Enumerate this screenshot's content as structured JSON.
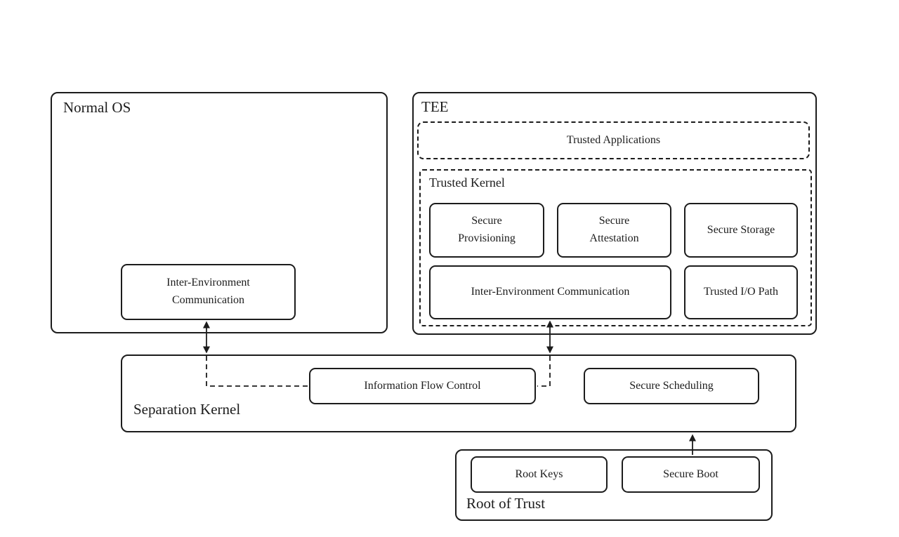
{
  "normal_os": {
    "title": "Normal OS",
    "iec": "Inter-Environment Communication"
  },
  "tee": {
    "title": "TEE",
    "trusted_applications": "Trusted Applications",
    "trusted_kernel": {
      "title": "Trusted Kernel",
      "secure_provisioning": "Secure Provisioning",
      "secure_attestation": "Secure Attestation",
      "secure_storage": "Secure Storage",
      "iec": "Inter-Environment Communication",
      "trusted_io_path": "Trusted I/O Path"
    }
  },
  "separation_kernel": {
    "title": "Separation Kernel",
    "information_flow_control": "Information Flow Control",
    "secure_scheduling": "Secure Scheduling"
  },
  "root_of_trust": {
    "title": "Root of Trust",
    "root_keys": "Root Keys",
    "secure_boot": "Secure Boot"
  },
  "connectors": [
    {
      "from": "normal_os.iec",
      "to": "separation_kernel",
      "style": "solid",
      "direction": "bidirectional"
    },
    {
      "from": "separation_kernel",
      "to": "separation_kernel.information_flow_control",
      "style": "dashed",
      "direction": "none",
      "via": "left-arrow-drop"
    },
    {
      "from": "tee.trusted_kernel.iec",
      "to": "separation_kernel",
      "style": "solid",
      "direction": "bidirectional"
    },
    {
      "from": "separation_kernel",
      "to": "separation_kernel.information_flow_control",
      "style": "dashed",
      "direction": "none",
      "via": "right-arrow-drop"
    },
    {
      "from": "root_of_trust.secure_boot",
      "to": "separation_kernel",
      "style": "solid",
      "direction": "up"
    }
  ],
  "colors": {
    "line": "#1c1c1c",
    "background": "#ffffff"
  }
}
